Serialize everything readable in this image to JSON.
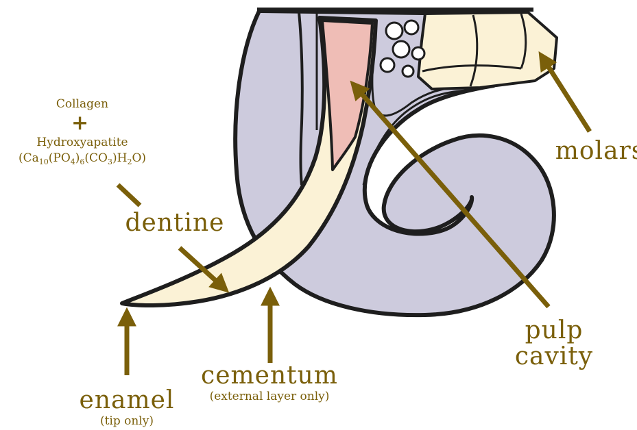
{
  "colors": {
    "label": "#7a5f0a",
    "arrow": "#7a5f0a",
    "gum": "#cdcbdd",
    "tusk": "#fbf2d6",
    "pulp": "#efbdb6",
    "molar": "#fbf2d6",
    "outline": "#1e1e1e"
  },
  "composition": {
    "collagen": "Collagen",
    "plus": "+",
    "hydroxyapatite": "Hydroxyapatite",
    "formula": {
      "open": "(Ca",
      "sub_10": "10",
      "part_po4": "(PO",
      "sub_4": "4",
      "part_close_po4": ")",
      "sub_6": "6",
      "part_co3": "(CO",
      "sub_3": "3",
      "part_h2o_open": ")H",
      "sub_2": "2",
      "part_end": "O)"
    }
  },
  "labels": {
    "dentine": "dentine",
    "molars": "molars",
    "pulp_line1": "pulp",
    "pulp_line2": "cavity",
    "cementum": "cementum",
    "cementum_note": "(external layer only)",
    "enamel": "enamel",
    "enamel_note": "(tip only)"
  }
}
